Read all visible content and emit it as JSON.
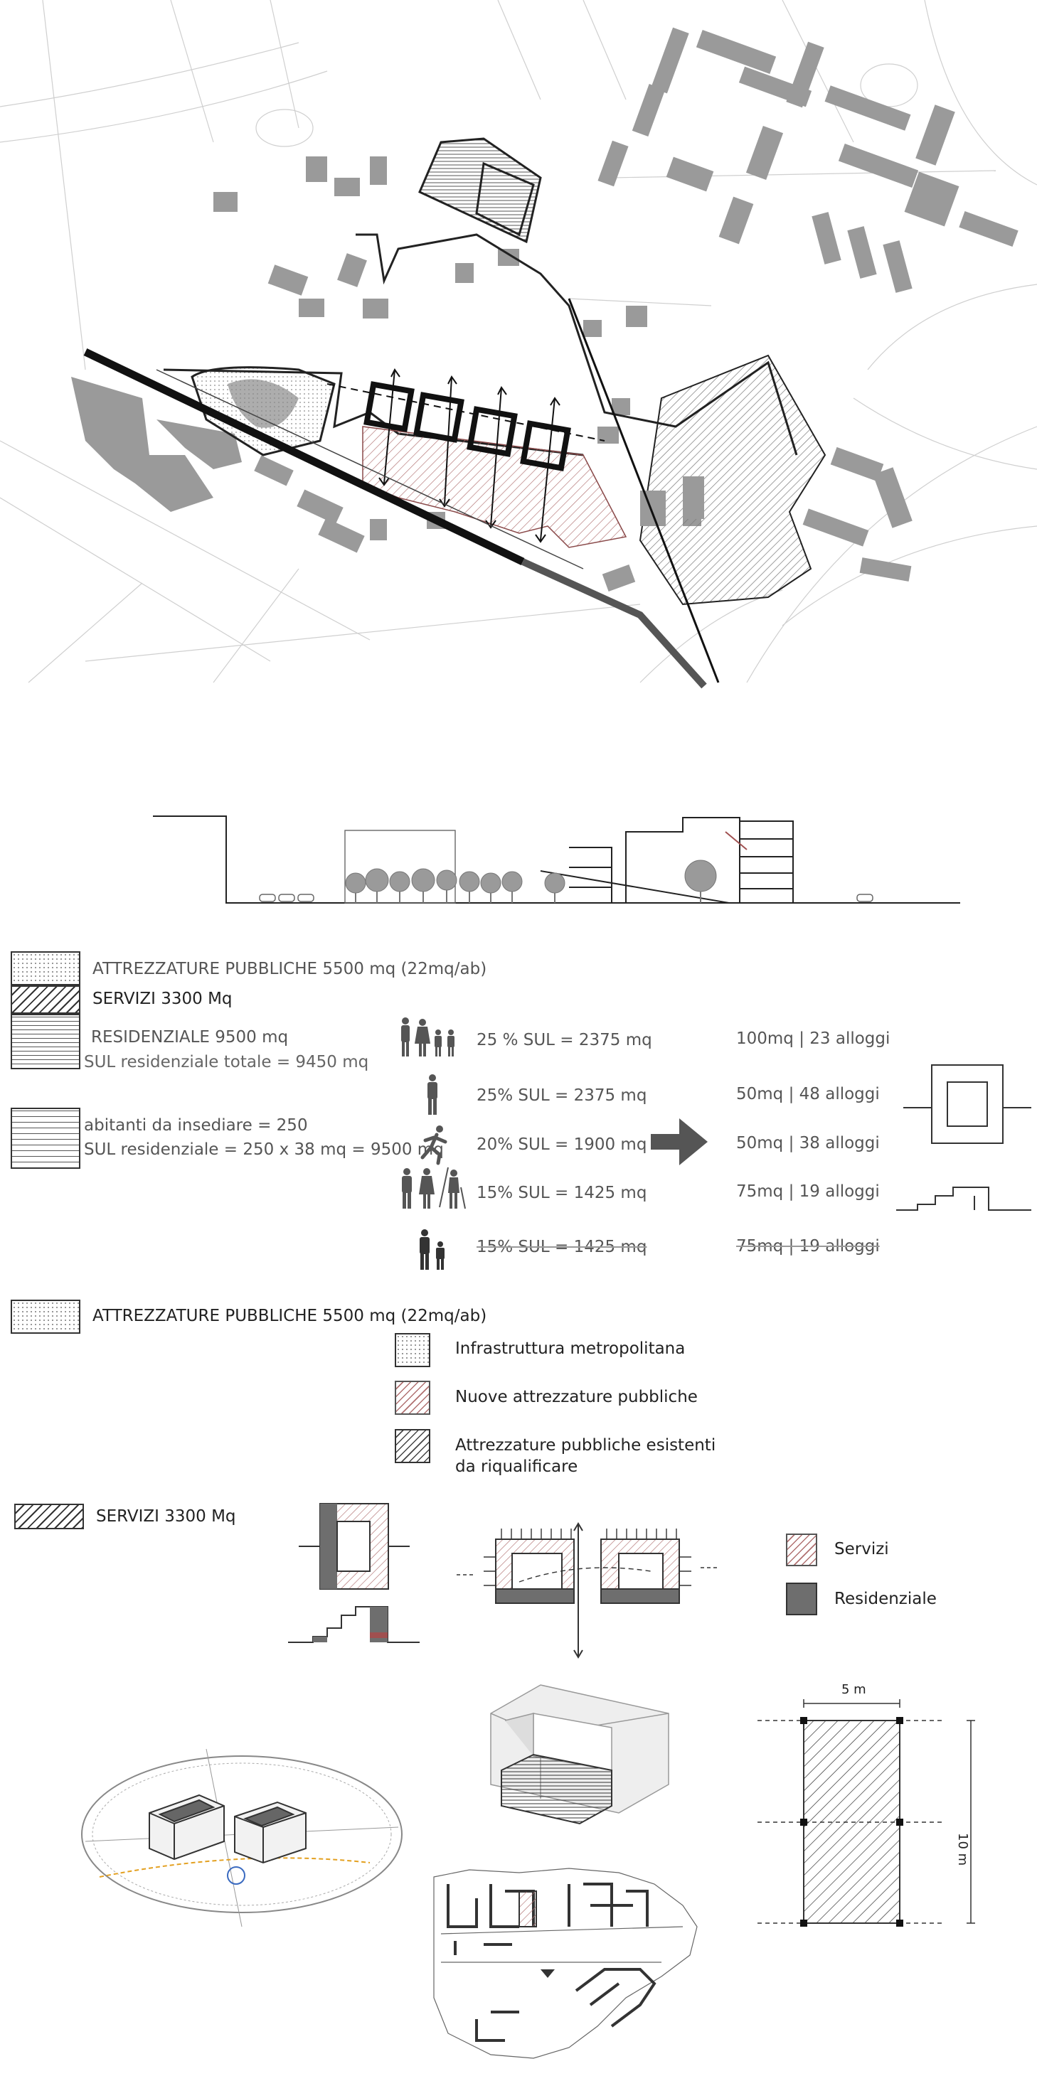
{
  "legend_top": {
    "attrezzature": "ATTREZZATURE PUBBLICHE 5500 mq (22mq/ab)",
    "servizi": "SERVIZI 3300 Mq",
    "residenziale": "RESIDENZIALE 9500 mq",
    "sul_totale": "SUL residenziale totale = 9450 mq",
    "abitanti": "abitanti da insediare = 250",
    "sul_calc": "SUL residenziale = 250 x 38 mq = 9500 mq"
  },
  "housing_rows": [
    {
      "icon": "family-icon",
      "share": "25 % SUL = 2375 mq",
      "result": "100mq | 23 alloggi"
    },
    {
      "icon": "single-person-icon",
      "share": "25% SUL = 2375 mq",
      "result": "50mq | 48 alloggi"
    },
    {
      "icon": "running-person-icon",
      "share": "20% SUL = 1900 mq",
      "result": "50mq | 38 alloggi"
    },
    {
      "icon": "elderly-couple-icon",
      "share": "15% SUL = 1425 mq",
      "result": "75mq | 19 alloggi"
    },
    {
      "icon": "parent-child-icon",
      "share": "15% SUL = 1425 mq",
      "result": "75mq | 19 alloggi"
    }
  ],
  "attrezzature_section": {
    "title": "ATTREZZATURE PUBBLICHE 5500 mq (22mq/ab)",
    "items": [
      "Infrastruttura metropolitana",
      "Nuove attrezzature pubbliche",
      "Attrezzature pubbliche esistenti",
      "da riqualificare"
    ]
  },
  "servizi_section": {
    "title": "SERVIZI 3300 Mq",
    "legend": [
      "Servizi",
      "Residenziale"
    ]
  },
  "module": {
    "width_label": "5 m",
    "height_label": "10 m"
  },
  "colors": {
    "servizi_hatch": "#a05a5a",
    "residenziale": "#6e6e6e",
    "building": "#9a9a9a"
  }
}
